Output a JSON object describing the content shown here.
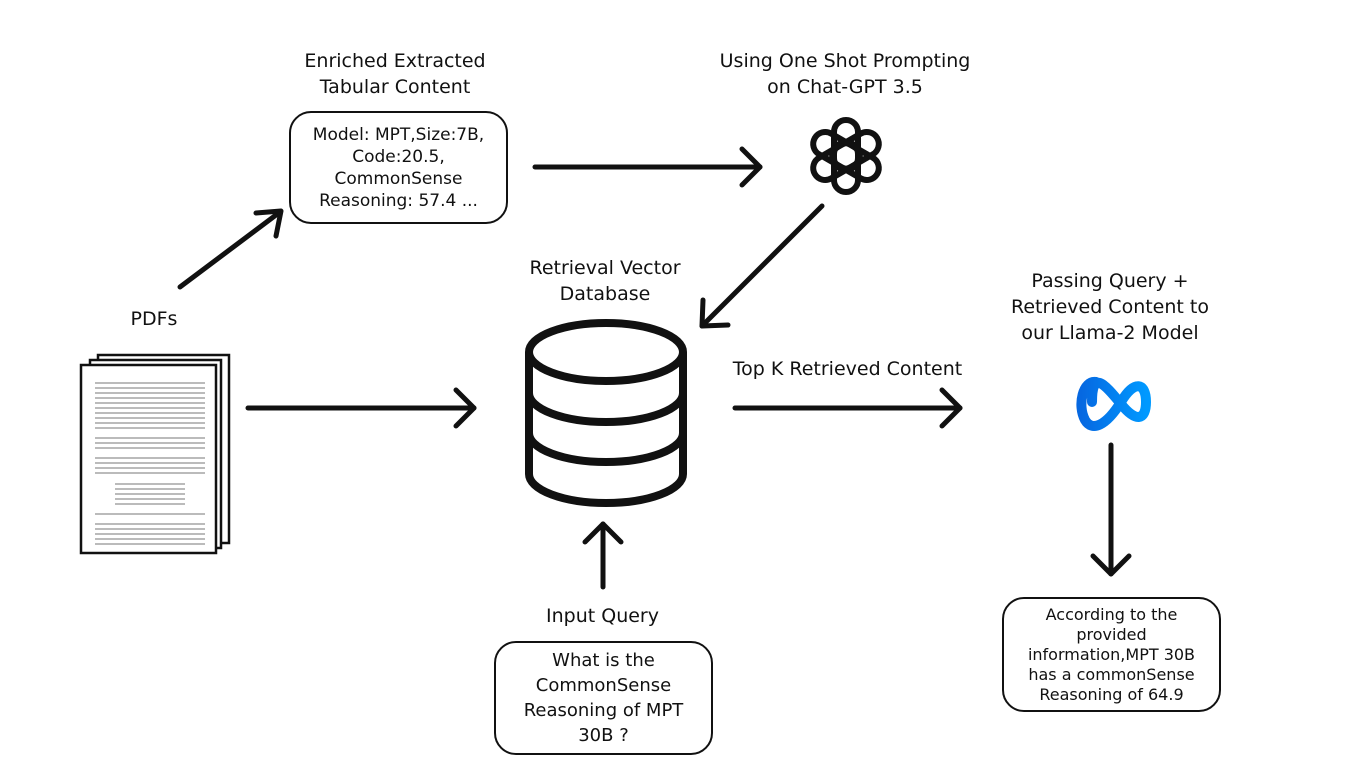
{
  "labels": {
    "enriched": [
      "Enriched Extracted",
      "Tabular Content"
    ],
    "prompting": [
      "Using One Shot Prompting",
      "on Chat-GPT 3.5"
    ],
    "pdfs": "PDFs",
    "retrieval_db": [
      "Retrieval Vector",
      "Database"
    ],
    "passing": [
      "Passing Query +",
      "Retrieved Content to",
      "our Llama-2 Model"
    ],
    "topk": "Top K Retrieved Content",
    "input_query": "Input Query"
  },
  "boxes": {
    "tabular_content": [
      "Model: MPT,Size:7B,",
      "Code:20.5,",
      "CommonSense",
      "Reasoning: 57.4 ..."
    ],
    "query": [
      "What is the",
      "CommonSense",
      "Reasoning of MPT",
      "30B ?"
    ],
    "answer": [
      "According to the",
      "provided",
      "information,MPT 30B",
      "has a commonSense",
      "Reasoning of 64.9"
    ]
  },
  "icons": {
    "openai": "openai-logo-icon",
    "meta": "meta-logo-icon",
    "database": "database-icon",
    "pdf_stack": "pdf-stack-icon"
  },
  "colors": {
    "stroke": "#111111",
    "meta_blue_start": "#0668E1",
    "meta_blue_end": "#0099FF"
  }
}
